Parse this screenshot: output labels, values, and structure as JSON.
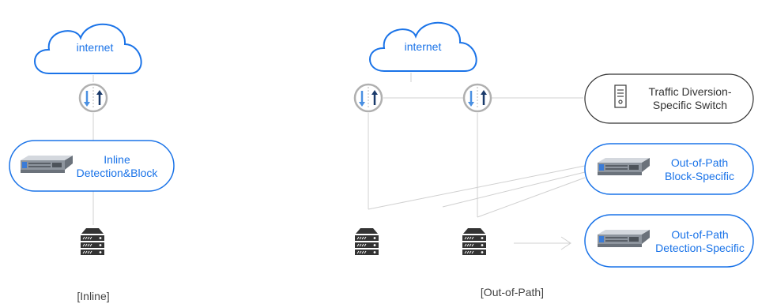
{
  "colors": {
    "accent": "#1a73e8",
    "line": "#d0d0d0",
    "router_ring": "#b0b0b0",
    "router_down_arrow": "#4a90e2",
    "router_up_arrow": "#1a3a6b",
    "server": "#333333",
    "switch_outline": "#333333"
  },
  "icons": [
    "cloud-icon",
    "router-icon",
    "appliance-icon",
    "server-stack-icon",
    "switch-icon"
  ],
  "inline": {
    "cloud_label": "internet",
    "device_label_line1": "Inline",
    "device_label_line2": "Detection&Block",
    "caption": "[Inline]"
  },
  "out_of_path": {
    "cloud_label": "internet",
    "switch_label_line1": "Traffic Diversion-",
    "switch_label_line2": "Specific Switch",
    "block_label_line1": "Out-of-Path",
    "block_label_line2": "Block-Specific",
    "detection_label_line1": "Out-of-Path",
    "detection_label_line2": "Detection-Specific",
    "caption": "[Out-of-Path]"
  }
}
